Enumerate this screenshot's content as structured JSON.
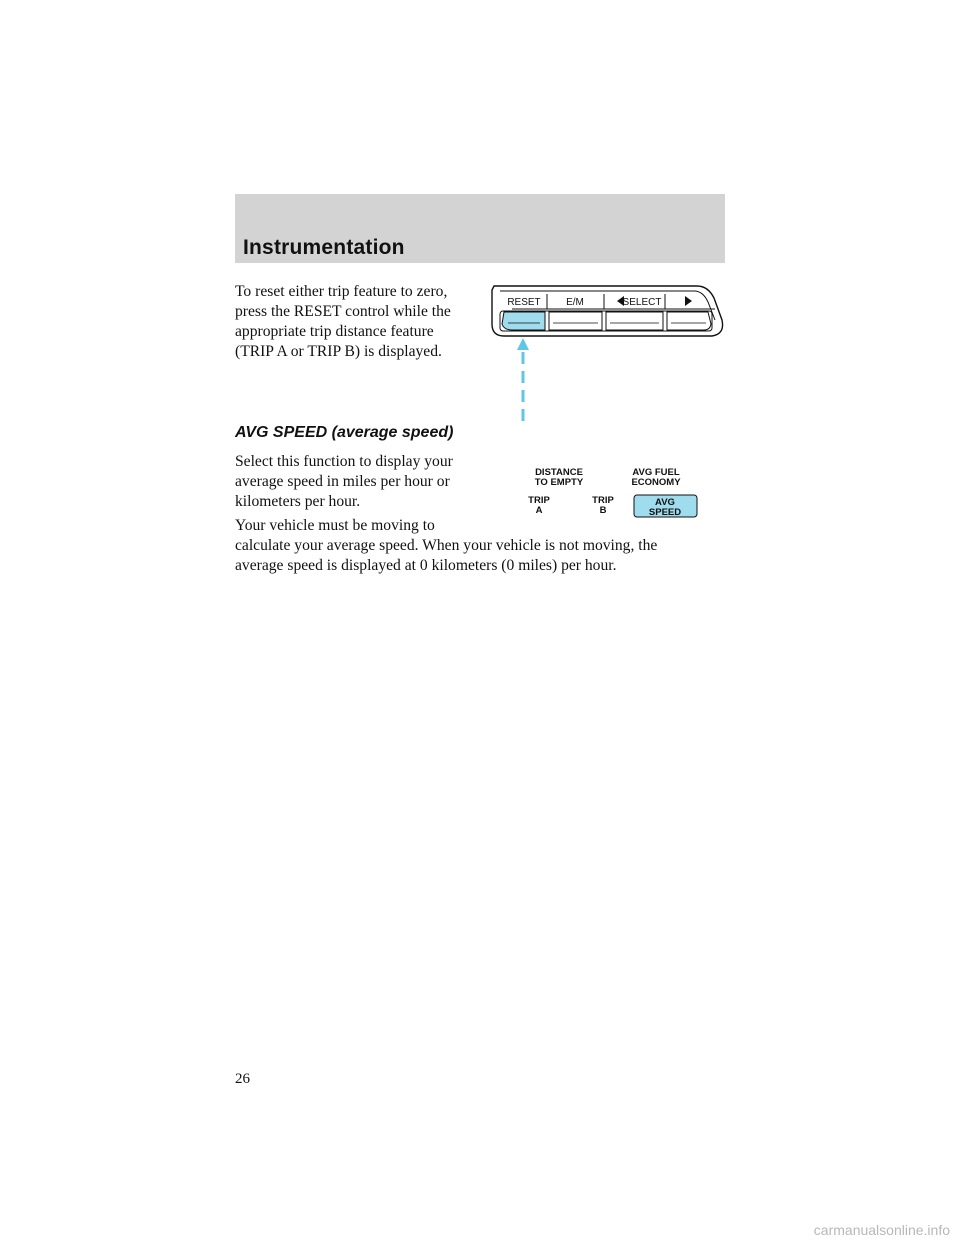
{
  "header": {
    "title": "Instrumentation"
  },
  "reset_section": {
    "lines": [
      "To reset either trip feature to zero,",
      "press the RESET control while the",
      "appropriate trip distance feature",
      "(TRIP A or TRIP B) is displayed."
    ]
  },
  "control_panel": {
    "reset_label": "RESET",
    "em_label": "E/M",
    "select_label": "SELECT",
    "highlight_color": "#9fdcee",
    "arrow_color": "#5cc8e6"
  },
  "avg_speed": {
    "heading": "AVG SPEED (average speed)",
    "para1_lines": [
      "Select this function to display your",
      "average speed in miles per hour or",
      "kilometers per hour."
    ],
    "para2_lines": [
      "Your vehicle must be moving to",
      "calculate your average speed. When your vehicle is not moving, the",
      "average speed is displayed at 0 kilometers (0 miles) per hour."
    ]
  },
  "display_modes": {
    "distance_to_empty": [
      "DISTANCE",
      "TO EMPTY"
    ],
    "avg_fuel_economy": [
      "AVG FUEL",
      "ECONOMY"
    ],
    "trip_a": [
      "TRIP",
      "A"
    ],
    "trip_b": [
      "TRIP",
      "B"
    ],
    "avg_speed": [
      "AVG",
      "SPEED"
    ],
    "highlight_color": "#9fdcee"
  },
  "footer": {
    "page_number": "26",
    "watermark": "carmanualsonline.info"
  }
}
